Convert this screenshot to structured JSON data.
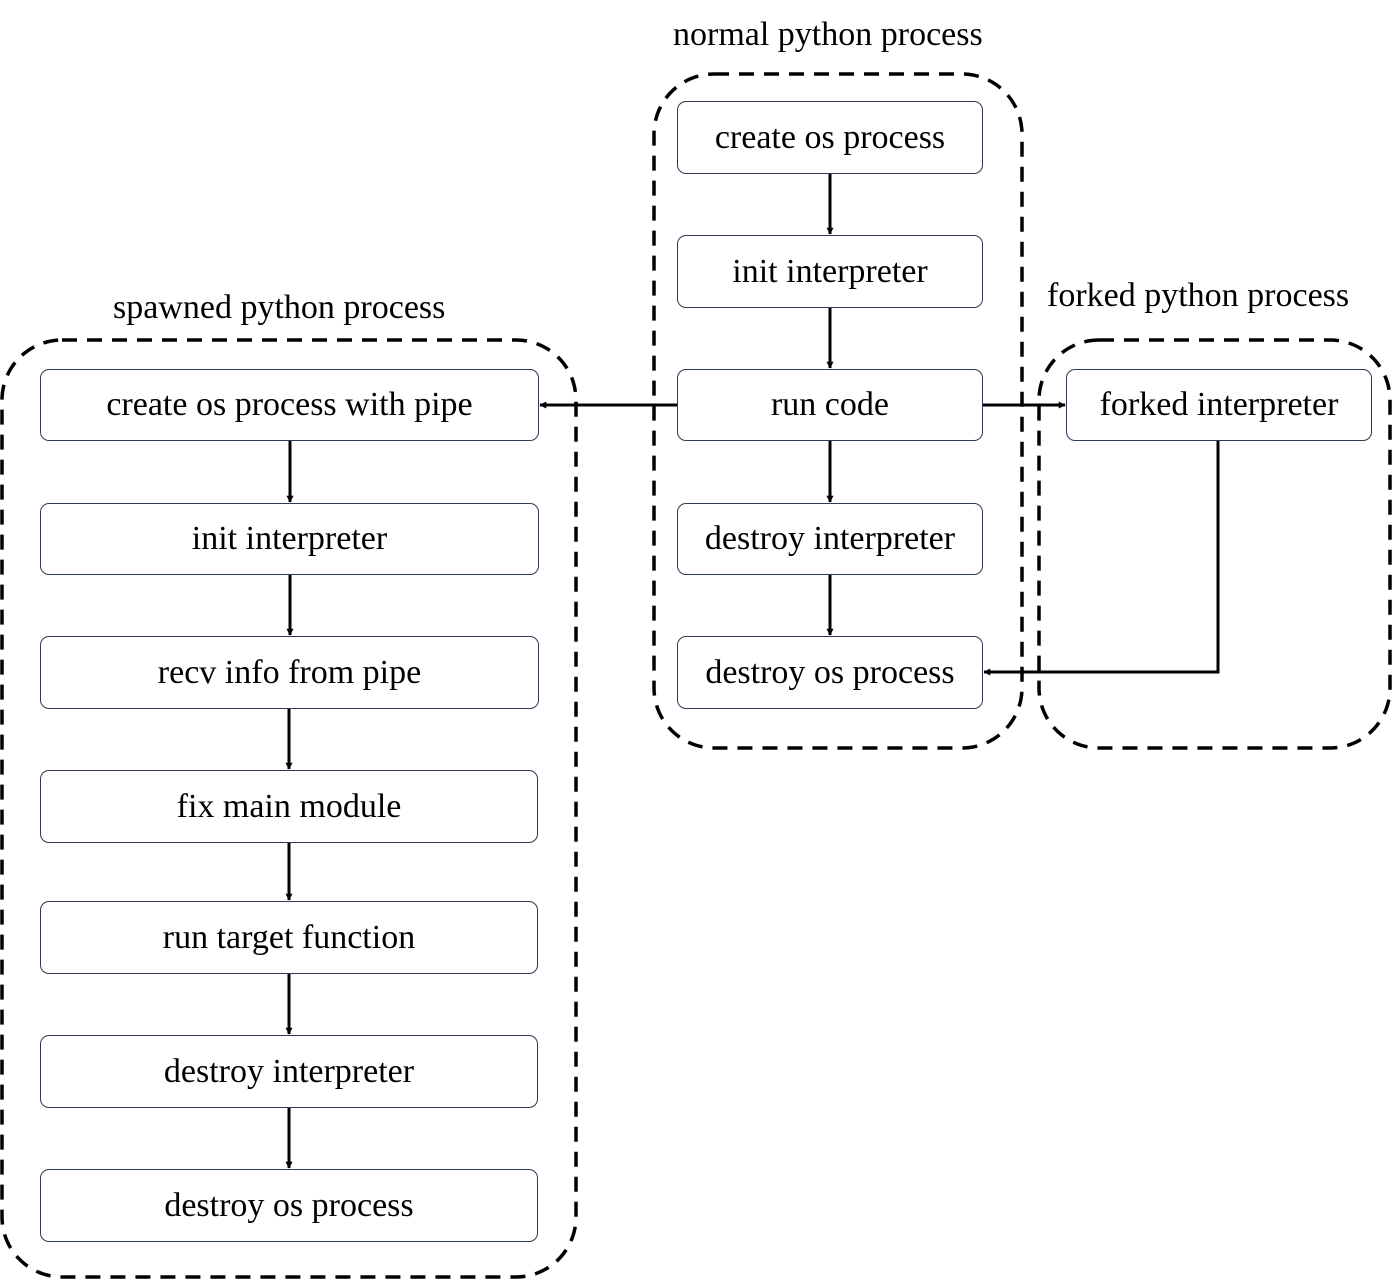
{
  "groups": {
    "normal": {
      "title": "normal python process"
    },
    "spawned": {
      "title": "spawned python process"
    },
    "forked": {
      "title": "forked python process"
    }
  },
  "normal_nodes": [
    {
      "label": "create os process"
    },
    {
      "label": "init interpreter"
    },
    {
      "label": "run code"
    },
    {
      "label": "destroy interpreter"
    },
    {
      "label": "destroy os process"
    }
  ],
  "spawned_nodes": [
    {
      "label": "create os process with pipe"
    },
    {
      "label": "init interpreter"
    },
    {
      "label": "recv info from pipe"
    },
    {
      "label": "fix main module"
    },
    {
      "label": "run target function"
    },
    {
      "label": "destroy interpreter"
    },
    {
      "label": "destroy os process"
    }
  ],
  "forked_nodes": [
    {
      "label": "forked interpreter"
    }
  ],
  "colors": {
    "node_border": "#2b3a55",
    "line": "#000000"
  }
}
